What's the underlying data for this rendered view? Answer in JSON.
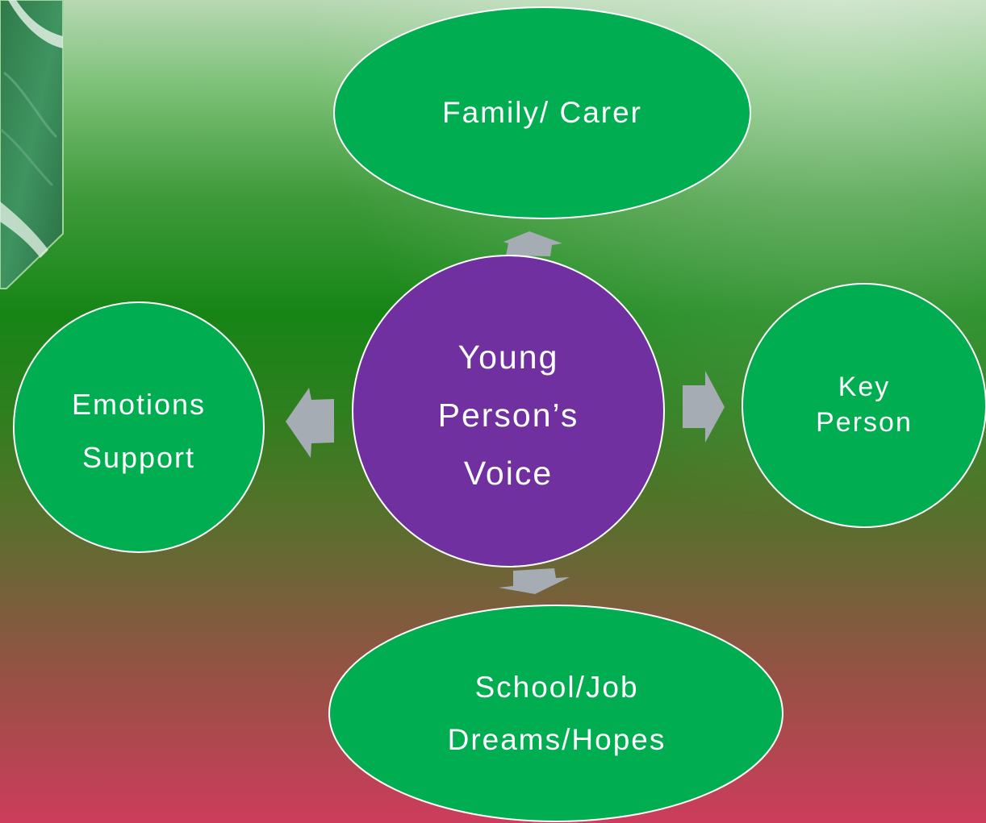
{
  "colors": {
    "node_fill": "#00ad50",
    "center_fill": "#7030a0",
    "node_stroke": "#ffffff",
    "arrow_fill": "#a6acb4"
  },
  "nodes": {
    "family": {
      "lines": [
        "Family/ Carer"
      ]
    },
    "center": {
      "lines": [
        "Young",
        "Person’s",
        "Voice"
      ]
    },
    "emotions": {
      "lines": [
        "Emotions",
        "Support"
      ]
    },
    "key_person": {
      "lines": [
        "Key",
        "Person"
      ]
    },
    "school": {
      "lines": [
        "School/Job",
        "Dreams/Hopes"
      ]
    }
  }
}
